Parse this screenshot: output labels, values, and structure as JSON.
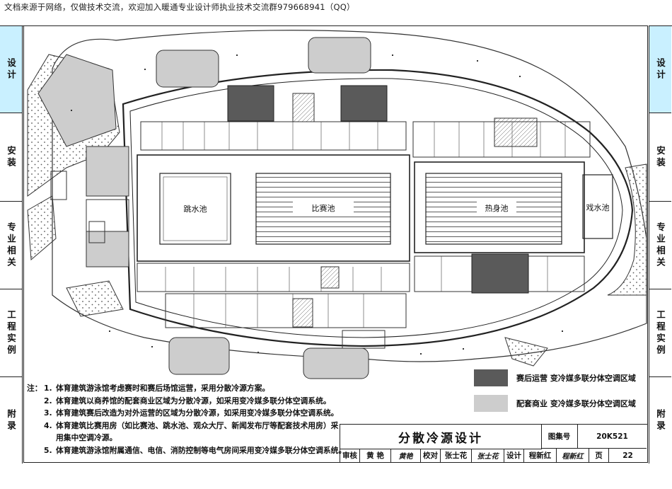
{
  "header_note": "文档来源于网络，仅做技术交流，欢迎加入暖通专业设计师执业技术交流群979668941（QQ）",
  "tabs": [
    {
      "label": "设计",
      "active": true
    },
    {
      "label": "安装",
      "active": false
    },
    {
      "label": "专业相关",
      "active": false
    },
    {
      "label": "工程实例",
      "active": false
    },
    {
      "label": "附录",
      "active": false
    }
  ],
  "plan": {
    "pools": {
      "diving": "跳水池",
      "competition": "比赛池",
      "warmup": "热身池",
      "play": "戏水池"
    }
  },
  "legend": {
    "post_event": "赛后运营  变冷媒多联分体空调区域",
    "commercial": "配套商业  变冷媒多联分体空调区域"
  },
  "notes": {
    "label": "注：",
    "items": [
      {
        "num": "1.",
        "text": "体育建筑游泳馆考虑赛时和赛后场馆运营，采用分散冷源方案。"
      },
      {
        "num": "2.",
        "text": "体育建筑以商养馆的配套商业区域为分散冷源，如采用变冷媒多联分体空调系统。"
      },
      {
        "num": "3.",
        "text": "体育建筑赛后改造为对外运营的区域为分散冷源，如采用变冷媒多联分体空调系统。"
      },
      {
        "num": "4.",
        "text": "体育建筑比赛用房（如比赛池、跳水池、观众大厅、新闻发布厅等配套技术用房）采"
      },
      {
        "num": "",
        "text": "用集中空调冷源。"
      },
      {
        "num": "5.",
        "text": "体育建筑游泳馆附属通信、电信、消防控制等电气房间采用变冷媒多联分体空调系统。"
      }
    ]
  },
  "titleblock": {
    "title": "分散冷源设计",
    "atlas_label": "图集号",
    "atlas_no": "20K521",
    "review_label": "审核",
    "reviewer": "黄 艳",
    "reviewer_sig": "黄艳",
    "check_label": "校对",
    "checker": "张士花",
    "checker_sig": "张士花",
    "design_label": "设计",
    "designer": "程新红",
    "designer_sig": "程新红",
    "page_label": "页",
    "page_no": "22"
  },
  "colors": {
    "dark_zone": "#5a5a5a",
    "light_zone": "#cdcdcd",
    "tab_active": "#c9f0ff"
  }
}
